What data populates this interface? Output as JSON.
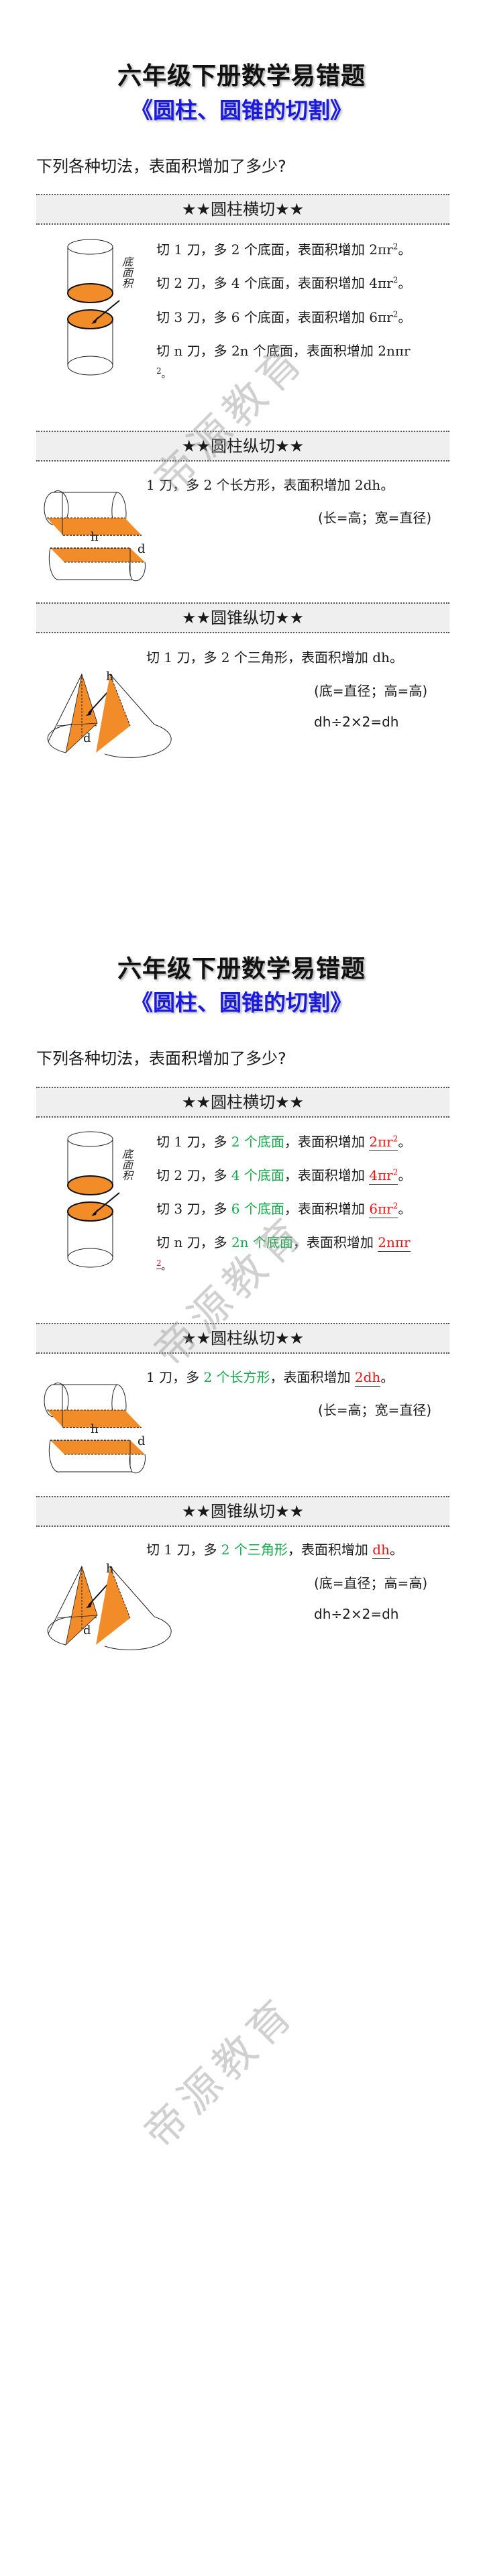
{
  "pages": [
    {
      "title": "六年级下册数学易错题",
      "subtitle": "《圆柱、圆锥的切割》",
      "question": "下列各种切法，表面积增加了多少?",
      "sections": [
        {
          "header": "★★圆柱横切★★",
          "lines": [
            {
              "pre": "切 1 刀，多 ",
              "count": "2 个底面",
              "mid": "，表面积增加 ",
              "answer": "2πr",
              "sup": "2",
              "end": "。"
            },
            {
              "pre": "切 2 刀，多 ",
              "count": "4 个底面",
              "mid": "，表面积增加 ",
              "answer": "4πr",
              "sup": "2",
              "end": "。"
            },
            {
              "pre": "切 3 刀，多 ",
              "count": "6 个底面",
              "mid": "，表面积增加 ",
              "answer": "6πr",
              "sup": "2",
              "end": "。"
            },
            {
              "pre": "切 n 刀，多 ",
              "count": "2n 个底面",
              "mid": "，表面积增加 ",
              "answer": "2nπr",
              "sup": "2",
              "end": "。"
            }
          ],
          "diagram_label": "底面积"
        },
        {
          "header": "★★圆柱纵切★★",
          "line": {
            "pre": "1 刀，多 ",
            "count": "2 个长方形",
            "mid": "，表面积增加 ",
            "answer": "2dh",
            "end": "。"
          },
          "note": "(长=高；宽=直径)",
          "labels": {
            "h": "h",
            "d": "d"
          }
        },
        {
          "header": "★★圆锥纵切★★",
          "line": {
            "pre": "切 1 刀，多 ",
            "count": "2 个三角形",
            "mid": "，表面积增加 ",
            "answer": "dh",
            "end": "。"
          },
          "note": "(底=直径；高=高)",
          "formula": "dh÷2×2=dh",
          "labels": {
            "h": "h",
            "d": "d"
          }
        }
      ]
    }
  ],
  "watermark": "帝源教育",
  "colors": {
    "count": "#16a84a",
    "answer": "#ee1111",
    "subtitle": "#1a1adf",
    "shape_fill": "#f28c28",
    "band": "#efefef"
  }
}
